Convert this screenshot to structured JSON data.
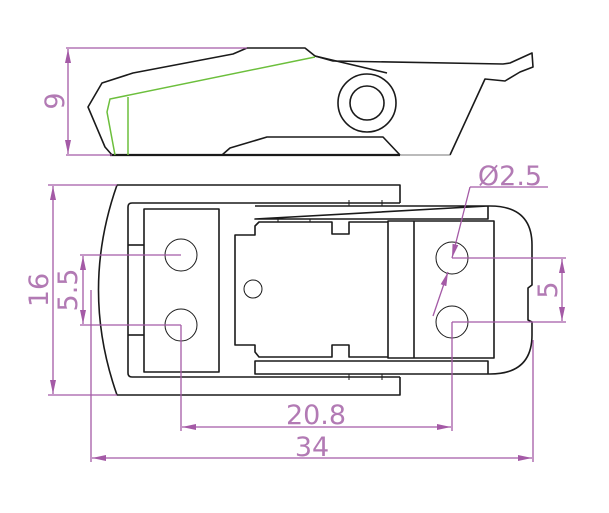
{
  "drawing": {
    "views": [
      "side-view",
      "top-view"
    ],
    "colors": {
      "outline": "#1a1a1a",
      "dimension": "#a45aa6",
      "hidden_edge": "#6cbf3c"
    },
    "dimensions": {
      "height_side": "9",
      "overall_width": "16",
      "left_hole_spacing": "5.5",
      "right_hole_spacing": "5",
      "hole_center_distance": "20.8",
      "overall_length": "34",
      "hole_diameter": "Ø2.5"
    }
  }
}
